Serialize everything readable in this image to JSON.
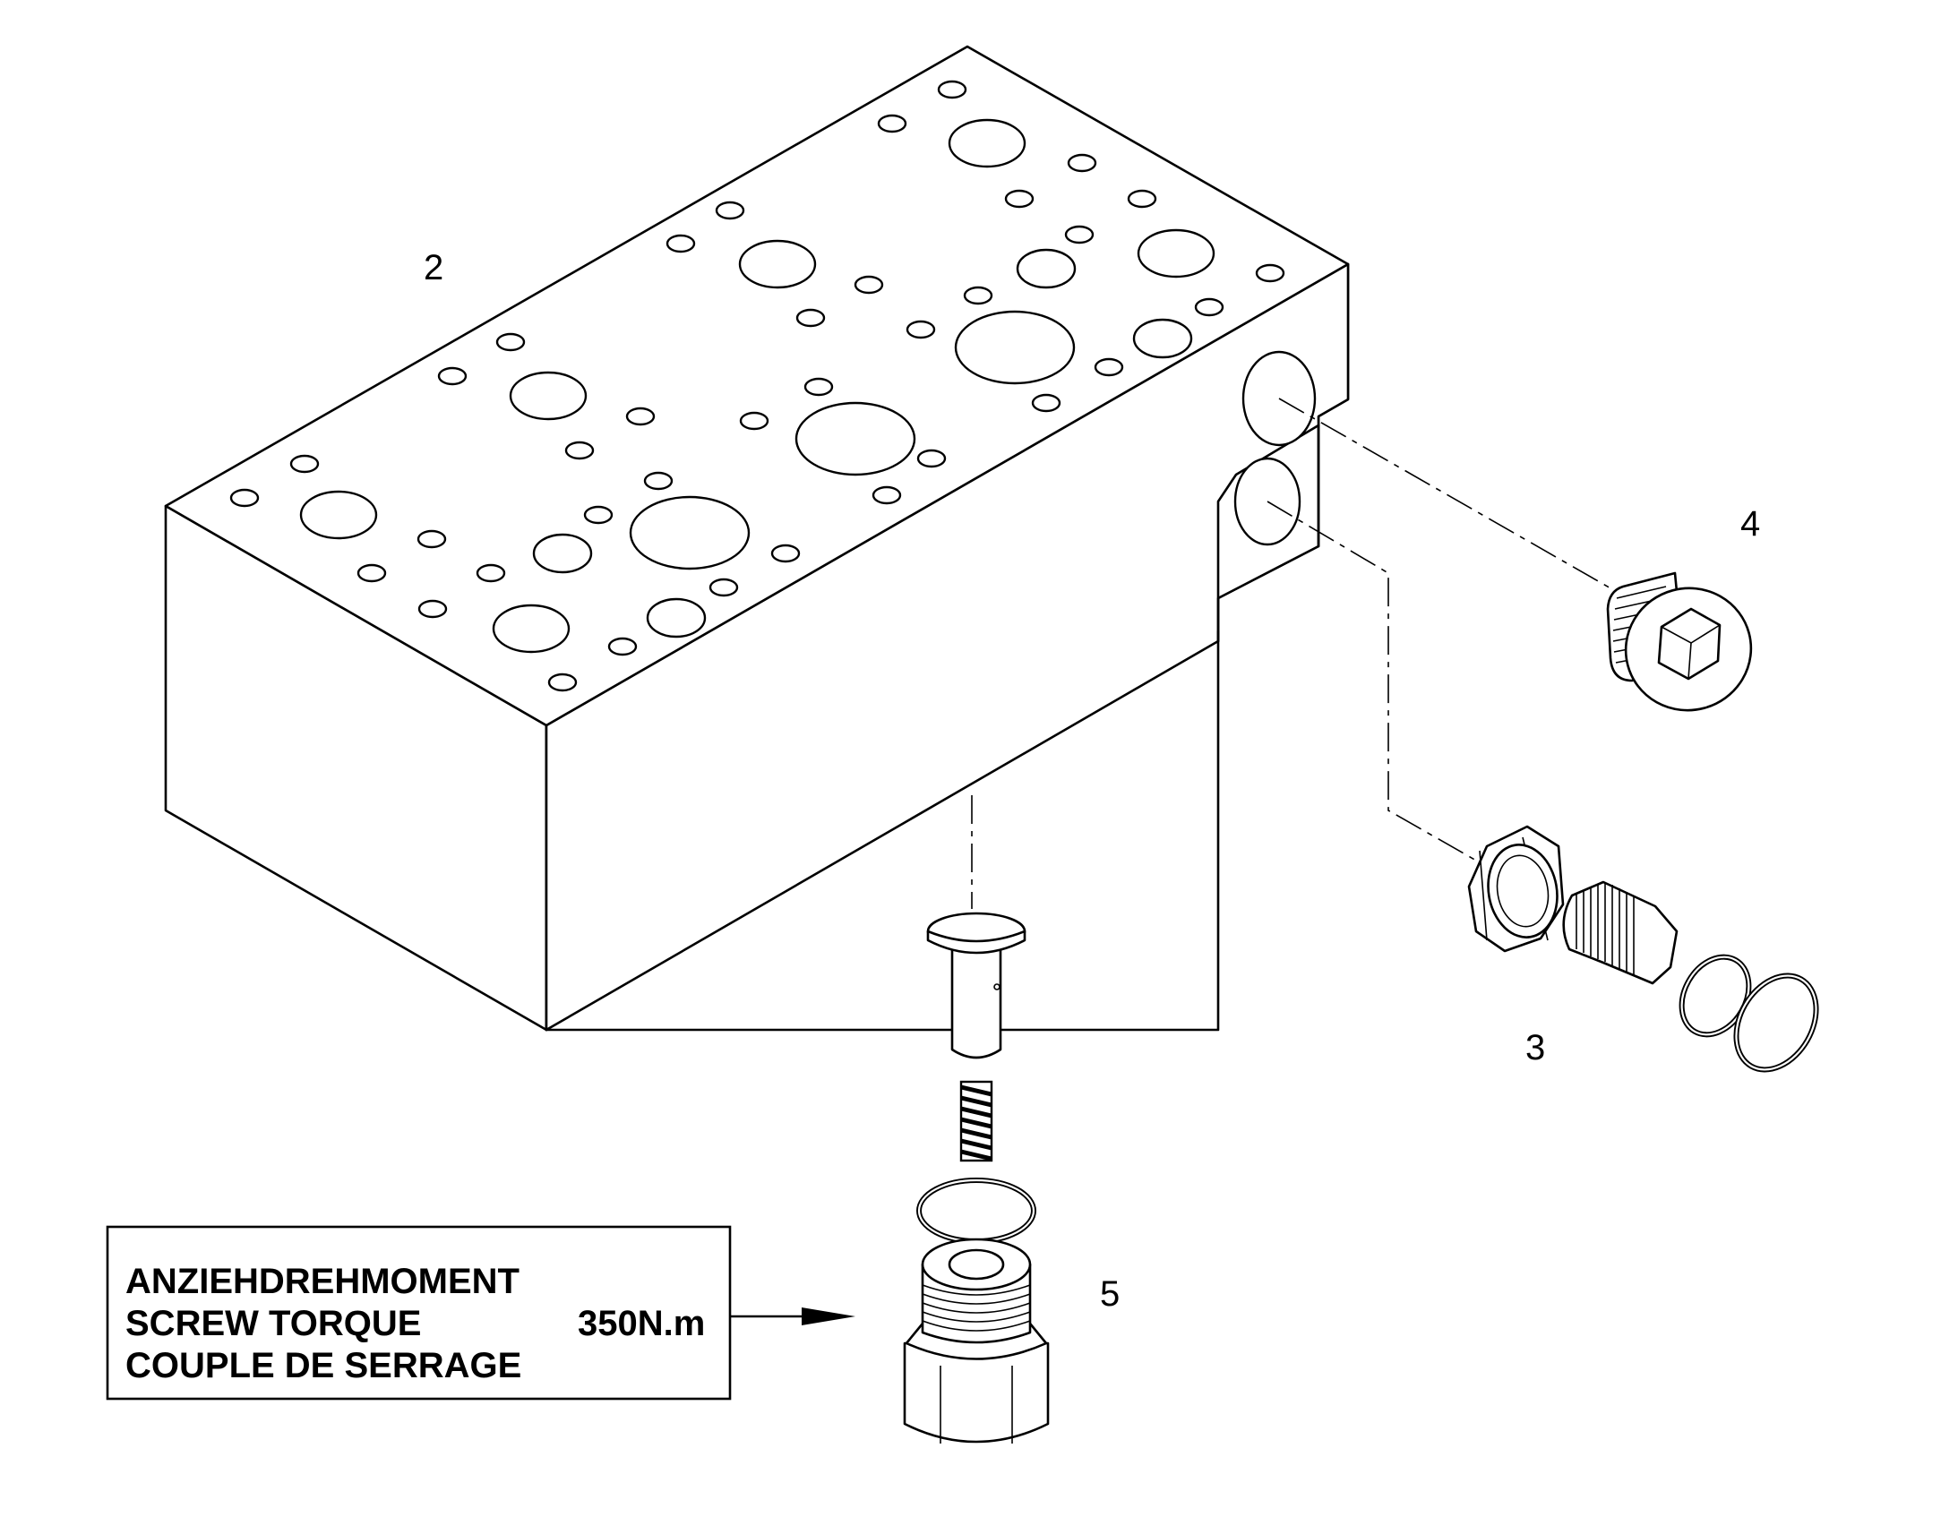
{
  "callouts": {
    "part_2": "2",
    "part_3": "3",
    "part_4": "4",
    "part_5": "5"
  },
  "torque_note": {
    "line_de": "ANZIEHDREHMOMENT",
    "line_en": "SCREW TORQUE",
    "line_fr": "COUPLE DE SERRAGE",
    "value": "350N.m"
  },
  "icons": {
    "valve_block": "manifold-block",
    "plug": "hex-socket-plug",
    "fitting": "lock-nut-fitting",
    "cartridge": "check-valve-cartridge"
  }
}
